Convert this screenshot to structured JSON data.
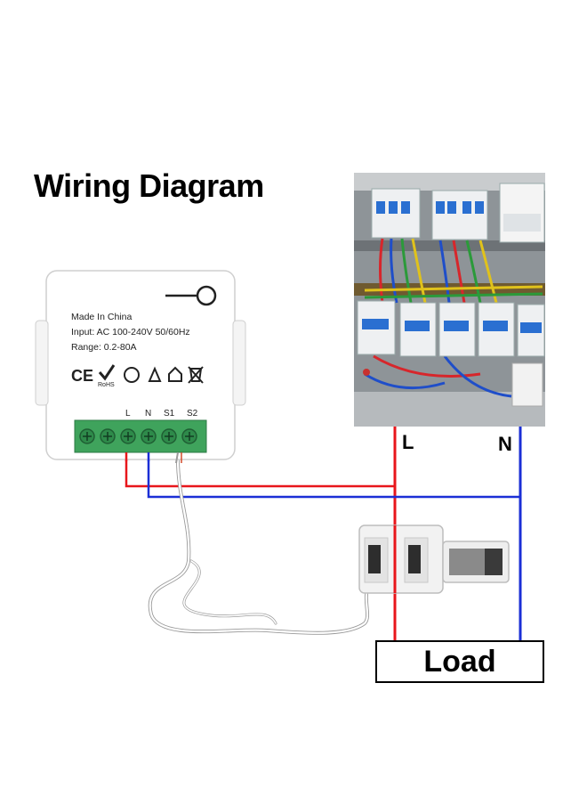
{
  "title": "Wiring Diagram",
  "device": {
    "made_in": "Made In China",
    "input": "Input: AC 100-240V 50/60Hz",
    "range": "Range: 0.2-80A",
    "terminals": [
      "L",
      "N",
      "S1",
      "S2"
    ]
  },
  "lines": {
    "live": "L",
    "neutral": "N"
  },
  "load": "Load",
  "colors": {
    "live": "#e8161b",
    "neutral": "#1b2fd6",
    "terminal_block": "#3fa35c",
    "device_body": "#ffffff",
    "ct_clamp": "#f0f0f0"
  }
}
